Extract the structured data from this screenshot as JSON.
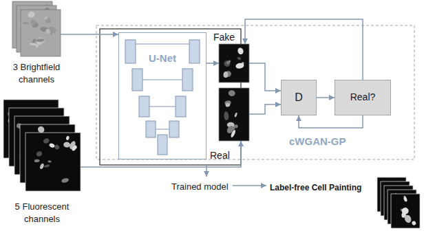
{
  "diagram": {
    "nodes": [
      {
        "text": [
          "3 Brightfield channels"
        ]
      },
      {
        "text": [
          "U-Net"
        ]
      },
      {
        "text": [
          "Fake"
        ]
      },
      {
        "text": [
          "Real"
        ]
      },
      {
        "text": [
          "D"
        ]
      },
      {
        "text": [
          "Real?"
        ]
      },
      {
        "text": [
          "5 Fluorescent channels"
        ]
      }
    ],
    "edges": [
      {
        "from": 0,
        "to": 1,
        "arrow": "to"
      },
      {
        "from": 1,
        "to": 2,
        "arrow": "to"
      },
      {
        "from": 2,
        "to": 4,
        "arrow": "to"
      },
      {
        "from": 3,
        "to": 4,
        "arrow": "to"
      },
      {
        "from": 4,
        "to": 5,
        "arrow": "to"
      },
      {
        "from": 5,
        "to": 2,
        "arrow": "to"
      },
      {
        "from": 5,
        "to": 4,
        "arrow": "to"
      },
      {
        "from": 6,
        "to": 3,
        "arrow": "to"
      }
    ],
    "labels": [
      "cWGAN-GP",
      "Trained model",
      "Label-free Cell Painting"
    ]
  }
}
